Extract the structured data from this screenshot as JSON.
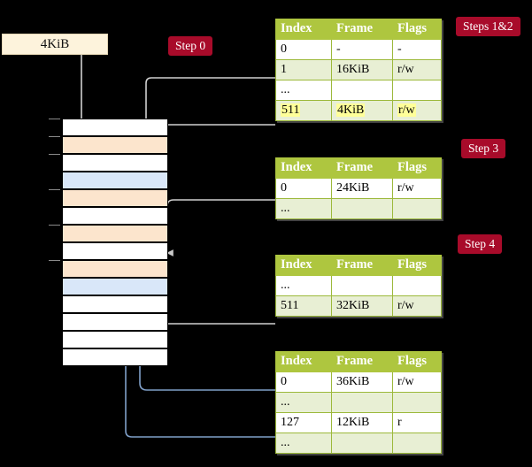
{
  "diagram": {
    "title": "four-level page table walk",
    "colors": {
      "header_green": "#aec63f",
      "row_alt_green": "#e8efd4",
      "highlight_yellow": "#ffff99",
      "step_pill_red": "#a80b2a",
      "vaddr_box_cream": "#fdf3dc",
      "mem_orange": "#fce5cd",
      "mem_blue": "#d9e7f9",
      "wire_gray": "#cccccc",
      "wire_blue": "#7f9fc8",
      "background": "#000000"
    }
  },
  "vaddr": {
    "label": "4KiB"
  },
  "steps": [
    {
      "id": "step0",
      "label": "Step 0"
    },
    {
      "id": "steps12",
      "label": "Steps 1&2"
    },
    {
      "id": "step3",
      "label": "Step 3"
    },
    {
      "id": "step4",
      "label": "Step 4"
    }
  ],
  "tables": [
    {
      "id": "table-level1",
      "columns": [
        "Index",
        "Frame",
        "Flags"
      ],
      "rows": [
        {
          "index": "0",
          "frame": "-",
          "flags": "-",
          "alt": false,
          "highlight": false
        },
        {
          "index": "1",
          "frame": "16KiB",
          "flags": "r/w",
          "alt": true,
          "highlight": false
        },
        {
          "index": "...",
          "frame": "",
          "flags": "",
          "alt": false,
          "highlight": false
        },
        {
          "index": "511",
          "frame": "4KiB",
          "flags": "r/w",
          "alt": true,
          "highlight": true
        }
      ]
    },
    {
      "id": "table-level2",
      "columns": [
        "Index",
        "Frame",
        "Flags"
      ],
      "rows": [
        {
          "index": "0",
          "frame": "24KiB",
          "flags": "r/w",
          "alt": false,
          "highlight": false
        },
        {
          "index": "...",
          "frame": "",
          "flags": "",
          "alt": true,
          "highlight": false
        }
      ]
    },
    {
      "id": "table-level3",
      "columns": [
        "Index",
        "Frame",
        "Flags"
      ],
      "rows": [
        {
          "index": "...",
          "frame": "",
          "flags": "",
          "alt": false,
          "highlight": false
        },
        {
          "index": "511",
          "frame": "32KiB",
          "flags": "r/w",
          "alt": true,
          "highlight": false
        }
      ]
    },
    {
      "id": "table-level4",
      "columns": [
        "Index",
        "Frame",
        "Flags"
      ],
      "rows": [
        {
          "index": "0",
          "frame": "36KiB",
          "flags": "r/w",
          "alt": false,
          "highlight": false
        },
        {
          "index": "...",
          "frame": "",
          "flags": "",
          "alt": true,
          "highlight": false
        },
        {
          "index": "127",
          "frame": "12KiB",
          "flags": "r",
          "alt": false,
          "highlight": false
        },
        {
          "index": "...",
          "frame": "",
          "flags": "",
          "alt": true,
          "highlight": false
        }
      ]
    }
  ],
  "memory_column": {
    "name": "physical-memory-frames",
    "frame_count": 14,
    "frames": [
      {
        "i": 0,
        "fill": "white"
      },
      {
        "i": 1,
        "fill": "orange"
      },
      {
        "i": 2,
        "fill": "white"
      },
      {
        "i": 3,
        "fill": "blue"
      },
      {
        "i": 4,
        "fill": "orange"
      },
      {
        "i": 5,
        "fill": "white"
      },
      {
        "i": 6,
        "fill": "orange"
      },
      {
        "i": 7,
        "fill": "white"
      },
      {
        "i": 8,
        "fill": "orange"
      },
      {
        "i": 9,
        "fill": "blue"
      },
      {
        "i": 10,
        "fill": "white"
      },
      {
        "i": 11,
        "fill": "white"
      },
      {
        "i": 12,
        "fill": "white"
      },
      {
        "i": 13,
        "fill": "white"
      }
    ]
  }
}
